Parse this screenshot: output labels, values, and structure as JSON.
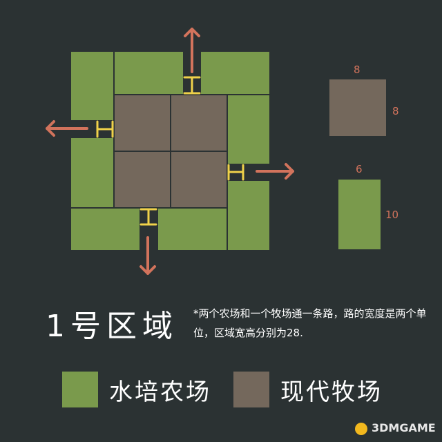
{
  "title": "1号区域",
  "note": "*两个农场和一个牧场通一条路，路的宽度是两个单位，区域宽高分别为28.",
  "legend": [
    {
      "label": "水培农场",
      "color": "#7a9a4c"
    },
    {
      "label": "现代牧场",
      "color": "#74685c"
    }
  ],
  "dimensions": {
    "ranch_width": "8",
    "ranch_height": "8",
    "farm_width": "6",
    "farm_height": "10"
  },
  "colors": {
    "background": "#2b3233",
    "farm": "#7a9a4c",
    "ranch": "#74685c",
    "arrow": "#d2735c",
    "road": "#f0d24a"
  },
  "watermark": "3DMGAME"
}
